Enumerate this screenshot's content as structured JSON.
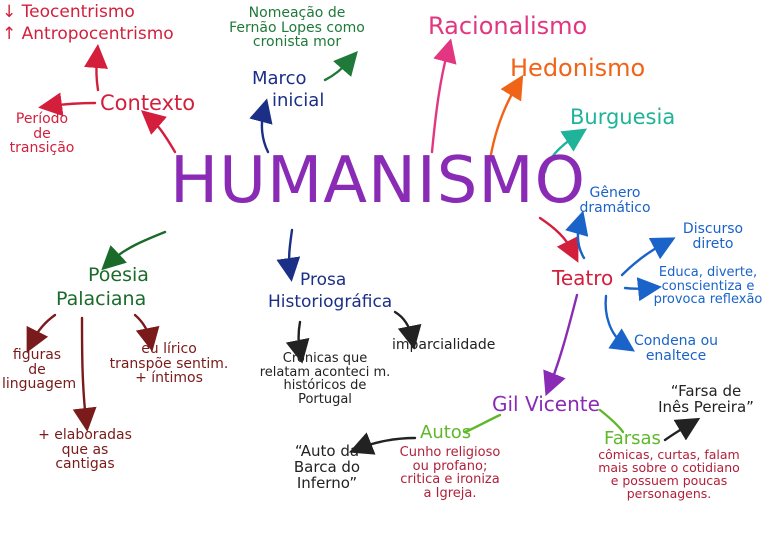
{
  "colors": {
    "context": "#d31f3c",
    "center": "#8a2bb5",
    "marco": "#1b2f86",
    "marco_sub": "#1f7a3a",
    "racionalismo": "#e23680",
    "hedonismo": "#f06418",
    "burguesia": "#1fb39a",
    "teatro": "#d31f3c",
    "teatro_sub": "#1a63c9",
    "poesia": "#1a6b2a",
    "poesia_sub": "#7a1a1a",
    "prosa": "#1b2f86",
    "prosa_sub": "#222222",
    "gil": "#8a2bb5",
    "autos": "#5fb82a",
    "autos_sub": "#b1203a",
    "farsas": "#5fb82a",
    "farsas_sub": "#b1203a"
  },
  "center": {
    "title": "HUMANISMO"
  },
  "contexto": {
    "label": "Contexto",
    "items": [
      "Teocentrismo",
      "Antropocentrismo"
    ],
    "periodo": [
      "Período",
      "de",
      "transição"
    ]
  },
  "marco": {
    "label": [
      "Marco",
      "inicial"
    ],
    "note": [
      "Nomeação de",
      "Fernão Lopes como",
      "cronista mor"
    ]
  },
  "racionalismo": "Racionalismo",
  "hedonismo": "Hedonismo",
  "burguesia": "Burguesia",
  "teatro": {
    "label": "Teatro",
    "items": [
      [
        "Gênero",
        "dramático"
      ],
      [
        "Discurso",
        "direto"
      ],
      [
        "Educa, diverte,",
        "conscientiza e",
        "provoca reflexão"
      ],
      [
        "Condena ou",
        "enaltece"
      ]
    ]
  },
  "poesia": {
    "label": [
      "Poesia",
      "Palaciana"
    ],
    "items": [
      [
        "figuras",
        "de",
        "linguagem"
      ],
      [
        "eu lírico",
        "transpõe sentim.",
        "+ íntimos"
      ],
      [
        "+ elaboradas",
        "que as",
        "cantigas"
      ]
    ]
  },
  "prosa": {
    "label": [
      "Prosa",
      "Historiográfica"
    ],
    "items": [
      [
        "imparcialidade"
      ],
      [
        "Crônicas que",
        "relatam aconteci m.",
        "históricos de",
        "Portugal"
      ]
    ]
  },
  "gil": {
    "label": "Gil Vicente",
    "autos": {
      "label": "Autos",
      "example": [
        "“Auto da",
        "Barca do",
        "Inferno”"
      ],
      "desc": [
        "Cunho religioso",
        "ou profano;",
        "critica e ironiza",
        "a Igreja."
      ]
    },
    "farsas": {
      "label": "Farsas",
      "example": [
        "“Farsa de",
        "Inês Pereira”"
      ],
      "desc": [
        "cômicas, curtas, falam",
        "mais sobre o cotidiano",
        "e possuem poucas",
        "personagens."
      ]
    }
  }
}
